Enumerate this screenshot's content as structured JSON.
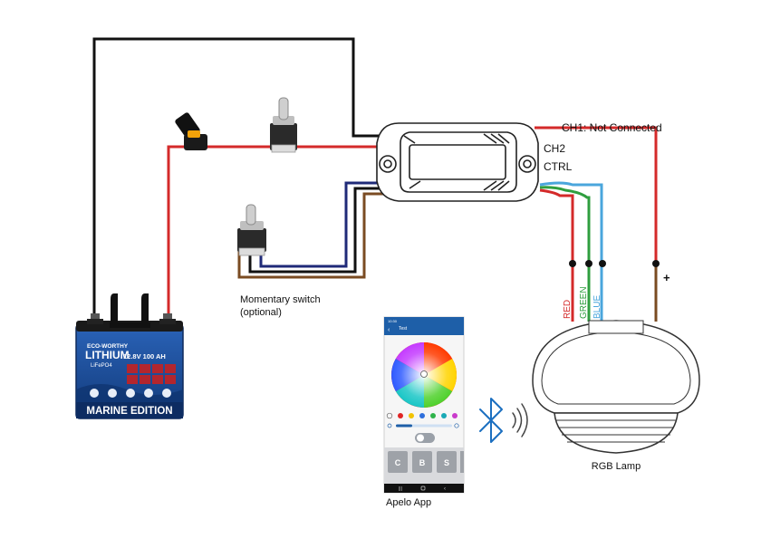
{
  "labels": {
    "ch1": "CH1: Not Connected",
    "ch2": "CH2",
    "ctrl": "CTRL",
    "momentary_line1": "Momentary switch",
    "momentary_line2": "(optional)",
    "apelo_app": "Apelo App",
    "rgb_lamp": "RGB Lamp",
    "plus": "+",
    "wire_red": "RED",
    "wire_green": "GREEN",
    "wire_blue": "BLUE"
  },
  "battery": {
    "brand_line1": "ECO-WORTHY",
    "brand_line2": "LITHIUM",
    "brand_line3": "LiFePO4",
    "spec": "12.8V  100 AH",
    "edition": "MARINE EDITION"
  },
  "phone": {
    "title": "Test",
    "status_time": "10:30",
    "buttons": [
      "C",
      "B",
      "S"
    ]
  },
  "colors": {
    "wire_red": "#d42a2a",
    "wire_green": "#2f9e3f",
    "wire_blue": "#4aa6dc",
    "wire_black": "#111111",
    "wire_brown": "#7a4b22",
    "wire_navy": "#1f2a78",
    "bluetooth": "#1b6fc0",
    "battery_blue": "#1f4c9a",
    "phone_header": "#1e5fa8"
  },
  "icons": {
    "bluetooth": "bluetooth-icon",
    "signal": "wireless-signal-icon",
    "fuse": "fuse-holder-icon",
    "toggle": "toggle-switch-icon"
  }
}
